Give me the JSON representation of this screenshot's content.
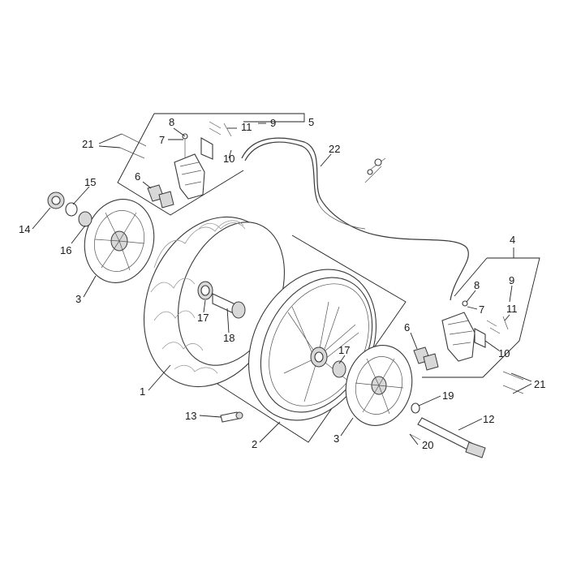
{
  "callouts": {
    "c1": "1",
    "c2": "2",
    "c3a": "3",
    "c3b": "3",
    "c4": "4",
    "c5": "5",
    "c6a": "6",
    "c6b": "6",
    "c7a": "7",
    "c7b": "7",
    "c8a": "8",
    "c8b": "8",
    "c9a": "9",
    "c9b": "9",
    "c10a": "10",
    "c10b": "10",
    "c11a": "11",
    "c11b": "11",
    "c12": "12",
    "c13": "13",
    "c14": "14",
    "c15": "15",
    "c16": "16",
    "c17a": "17",
    "c17b": "17",
    "c18": "18",
    "c19": "19",
    "c20": "20",
    "c21a": "21",
    "c21b": "21",
    "c22": "22"
  }
}
